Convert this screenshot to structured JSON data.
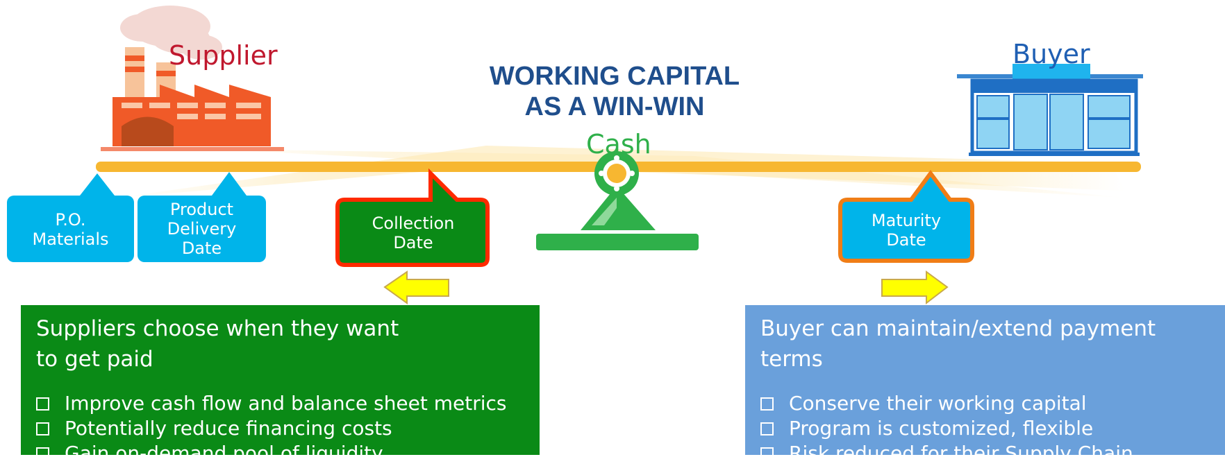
{
  "title_lines": [
    "WORKING CAPITAL",
    "AS A WIN-WIN"
  ],
  "supplier_label": "Supplier",
  "buyer_label": "Buyer",
  "cash_label": "Cash",
  "bubbles": {
    "po_materials": "P.O.\nMaterials",
    "product_delivery": "Product\nDelivery\nDate",
    "collection_date": "Collection\nDate",
    "maturity_date": "Maturity\nDate"
  },
  "icons": [
    "factory-icon",
    "store-icon",
    "scale-pivot-icon",
    "arrow-left-icon",
    "arrow-right-icon",
    "checkbox-icon"
  ],
  "left_panel": {
    "heading": "Suppliers choose when they want\nto get paid",
    "items": [
      "Improve cash flow and balance sheet metrics",
      "Potentially reduce financing costs",
      "Gain on-demand pool of liquidity"
    ]
  },
  "right_panel": {
    "heading": "Buyer can maintain/extend payment terms",
    "items": [
      "Conserve their working capital",
      "Program is customized, flexible",
      "Risk reduced for their Supply Chain"
    ]
  },
  "colors": {
    "title": "#1f4e8c",
    "supplier": "#c0182e",
    "buyer": "#1f5fb3",
    "cash": "#2fb04a",
    "beam": "#f7b731",
    "bubble_blue": "#00b4ea",
    "bubble_green": "#0a8a16",
    "collection_border": "#ff2a00",
    "maturity_border": "#f07d16",
    "left_panel": "#0a8a16",
    "right_panel": "#6aa0db",
    "arrow": "#ffff00"
  }
}
